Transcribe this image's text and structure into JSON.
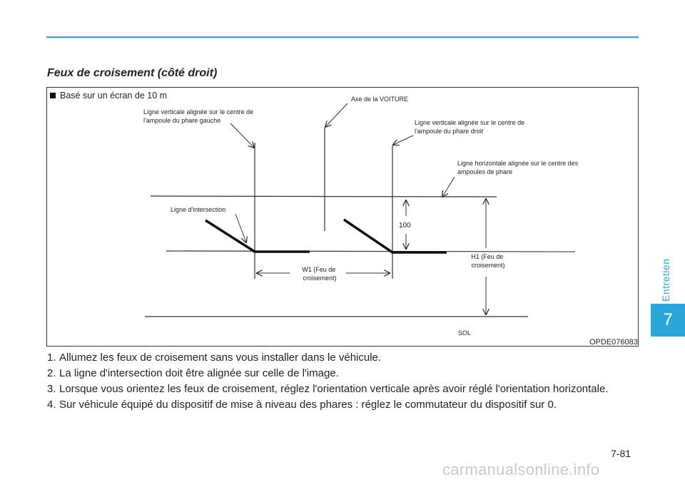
{
  "section_title": "Feux de croisement (côté droit)",
  "figure": {
    "note": "Basé sur un écran de 10 m",
    "code": "OPDE076083",
    "labels": {
      "car_axis": "Axe de la VOITURE",
      "left_vertical": "Ligne verticale alignée sur le centre de l'ampoule du phare gauche",
      "right_vertical": "Ligne verticale alignée sur le centre de l'ampoule du phare droit",
      "horizontal": "Ligne horizontale alignée sur le centre des ampoules de phare",
      "intersection": "Ligne d'intersection",
      "dimension_100": "100",
      "w1": "W1 (Feu de croisement)",
      "h1": "H1 (Feu de croisement)",
      "ground": "SOL"
    }
  },
  "steps": [
    {
      "num": "1.",
      "text": "Allumez les feux de croisement sans vous installer dans le véhicule."
    },
    {
      "num": "2.",
      "text": "La ligne d'intersection doit être alignée sur celle de l'image."
    },
    {
      "num": "3.",
      "text": "Lorsque vous orientez les feux de croisement, réglez l'orientation verticale après avoir réglé l'orientation horizontale."
    },
    {
      "num": "4.",
      "text": "Sur véhicule équipé du dispositif de mise à niveau des phares : réglez le commutateur du dispositif sur 0."
    }
  ],
  "side_tab": {
    "label": "Entretien",
    "chapter": "7"
  },
  "page_number": "7-81",
  "watermark": "carmanualsonline.info",
  "colors": {
    "accent": "#2aa7d8"
  }
}
